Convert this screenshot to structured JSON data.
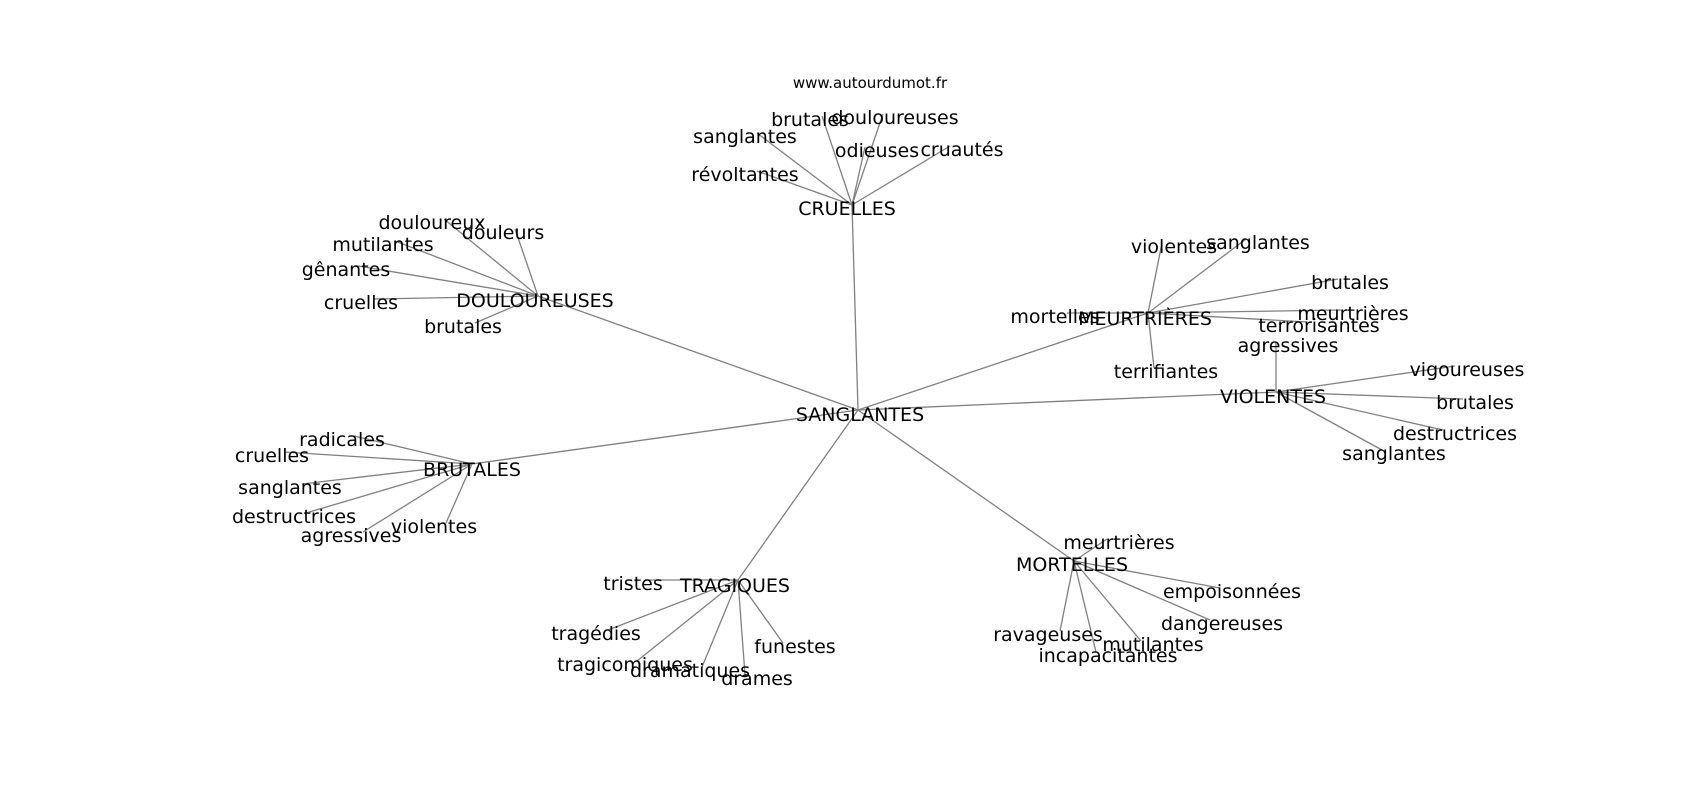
{
  "source": "www.autourdumot.fr",
  "graph": {
    "center": "SANGLANTES",
    "clusters": [
      {
        "hub": "CRUELLES",
        "leaves": [
          "brutales",
          "douloureuses",
          "sanglantes",
          "odieuses",
          "cruautés",
          "révoltantes"
        ]
      },
      {
        "hub": "DOULOUREUSES",
        "leaves": [
          "douloureux",
          "douleurs",
          "mutilantes",
          "gênantes",
          "cruelles",
          "brutales"
        ]
      },
      {
        "hub": "MEURTRIÈRES",
        "leaves": [
          "violentes",
          "sanglantes",
          "brutales",
          "mortelles",
          "meurtrières",
          "terrorisantes",
          "terrifiantes"
        ]
      },
      {
        "hub": "VIOLENTES",
        "leaves": [
          "agressives",
          "vigoureuses",
          "brutales",
          "destructrices",
          "sanglantes"
        ]
      },
      {
        "hub": "BRUTALES",
        "leaves": [
          "radicales",
          "cruelles",
          "sanglantes",
          "destructrices",
          "agressives",
          "violentes"
        ]
      },
      {
        "hub": "TRAGIQUES",
        "leaves": [
          "tristes",
          "tragédies",
          "tragicomiques",
          "dramatiques",
          "drames",
          "funestes"
        ]
      },
      {
        "hub": "MORTELLES",
        "leaves": [
          "meurtrières",
          "empoisonnées",
          "dangereuses",
          "mutilantes",
          "incapacitantes",
          "ravageuses"
        ]
      }
    ]
  }
}
